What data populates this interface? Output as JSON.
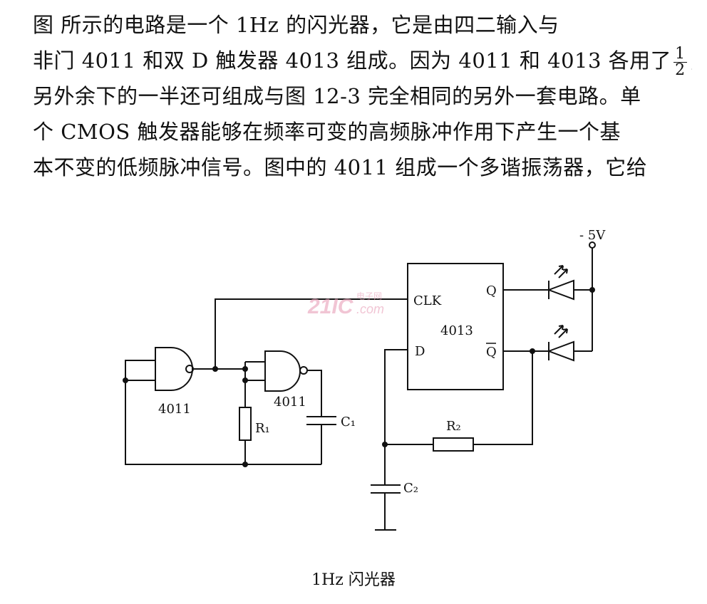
{
  "paragraph": {
    "line1": "图        所示的电路是一个 1Hz 的闪光器，它是由四二输入与",
    "line2a": "非门 4011 和双 D 触发器 4013 组成。因为 4011 和 4013 各用了",
    "fraction_num": "1",
    "fraction_den": "2",
    "line2b": "，",
    "line3": "另外余下的一半还可组成与图 12-3 完全相同的另外一套电路。单",
    "line4": "个 CMOS 触发器能够在频率可变的高频脉冲作用下产生一个基",
    "line5": "本不变的低频脉冲信号。图中的 4011 组成一个多谐振荡器，它给"
  },
  "diagram": {
    "supply_label": "- 5V",
    "clk_label": "CLK",
    "q_label": "Q",
    "qbar_label": "Q",
    "d_label": "D",
    "ic_4013_label": "4013",
    "nand1_label": "4011",
    "nand2_label": "4011",
    "r1_label": "R₁",
    "c1_label": "C₁",
    "r2_label": "R₂",
    "c2_label": "C₂",
    "watermark_main": "21IC",
    "watermark_sub": "电子网",
    "watermark_com": ".com"
  },
  "caption": "1Hz 闪光器",
  "colors": {
    "ink": "#111111",
    "watermark": "#e8a0b8"
  }
}
